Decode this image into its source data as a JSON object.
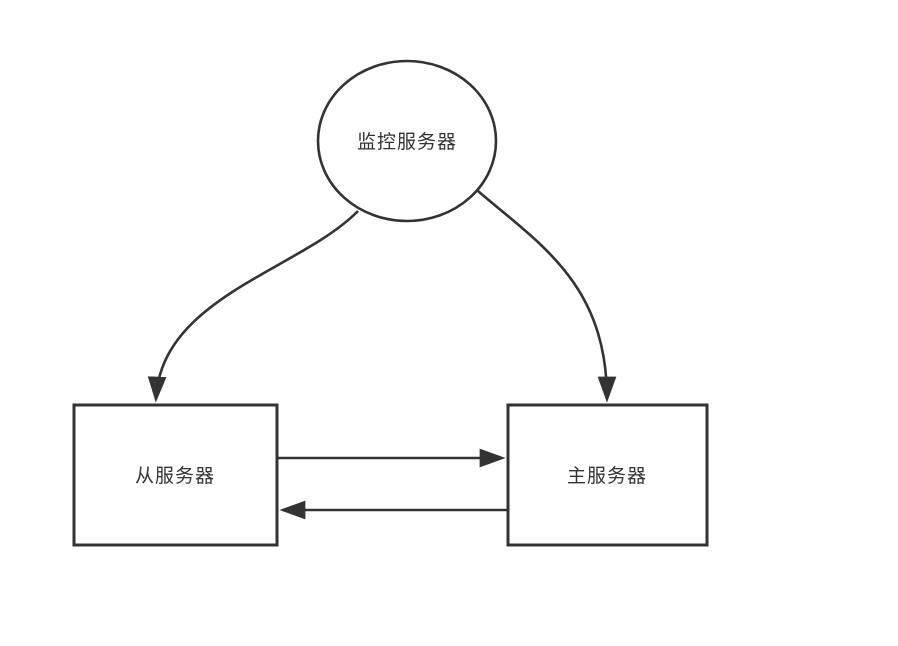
{
  "diagram": {
    "background": "#ffffff",
    "stroke_color": "#333333",
    "text_color": "#333333",
    "nodes": [
      {
        "id": "monitor",
        "shape": "ellipse",
        "label": "监控服务器"
      },
      {
        "id": "slave",
        "shape": "rect",
        "label": "从服务器"
      },
      {
        "id": "master",
        "shape": "rect",
        "label": "主服务器"
      }
    ],
    "edges": [
      {
        "from": "monitor",
        "to": "slave",
        "style": "curved",
        "arrow": "end"
      },
      {
        "from": "monitor",
        "to": "master",
        "style": "curved",
        "arrow": "end"
      },
      {
        "from": "slave",
        "to": "master",
        "style": "straight",
        "arrow": "end"
      },
      {
        "from": "master",
        "to": "slave",
        "style": "straight",
        "arrow": "end"
      }
    ]
  }
}
